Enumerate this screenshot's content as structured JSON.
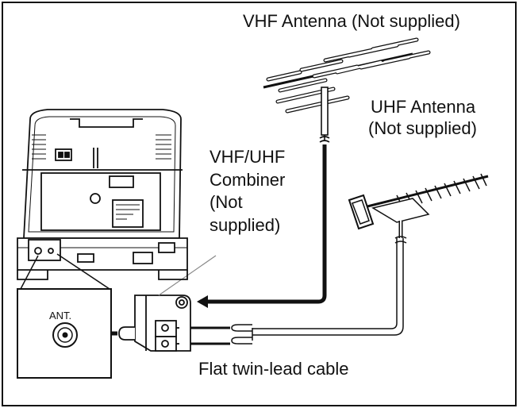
{
  "labels": {
    "vhf_antenna": "VHF Antenna (Not supplied)",
    "uhf_antenna": [
      "UHF Antenna",
      "(Not supplied)"
    ],
    "combiner": [
      "VHF/UHF",
      "Combiner",
      "(Not",
      "supplied)"
    ],
    "ant_jack": "ANT.",
    "cable": "Flat twin-lead cable"
  },
  "colors": {
    "line": "#111111",
    "fill": "#ffffff",
    "shade": "#d9d9d9"
  },
  "icons": [
    "vhf-antenna-icon",
    "uhf-antenna-icon",
    "tv-rear-panel",
    "combiner-box",
    "ant-jack-icon",
    "arrow-icon",
    "plug-icon"
  ]
}
